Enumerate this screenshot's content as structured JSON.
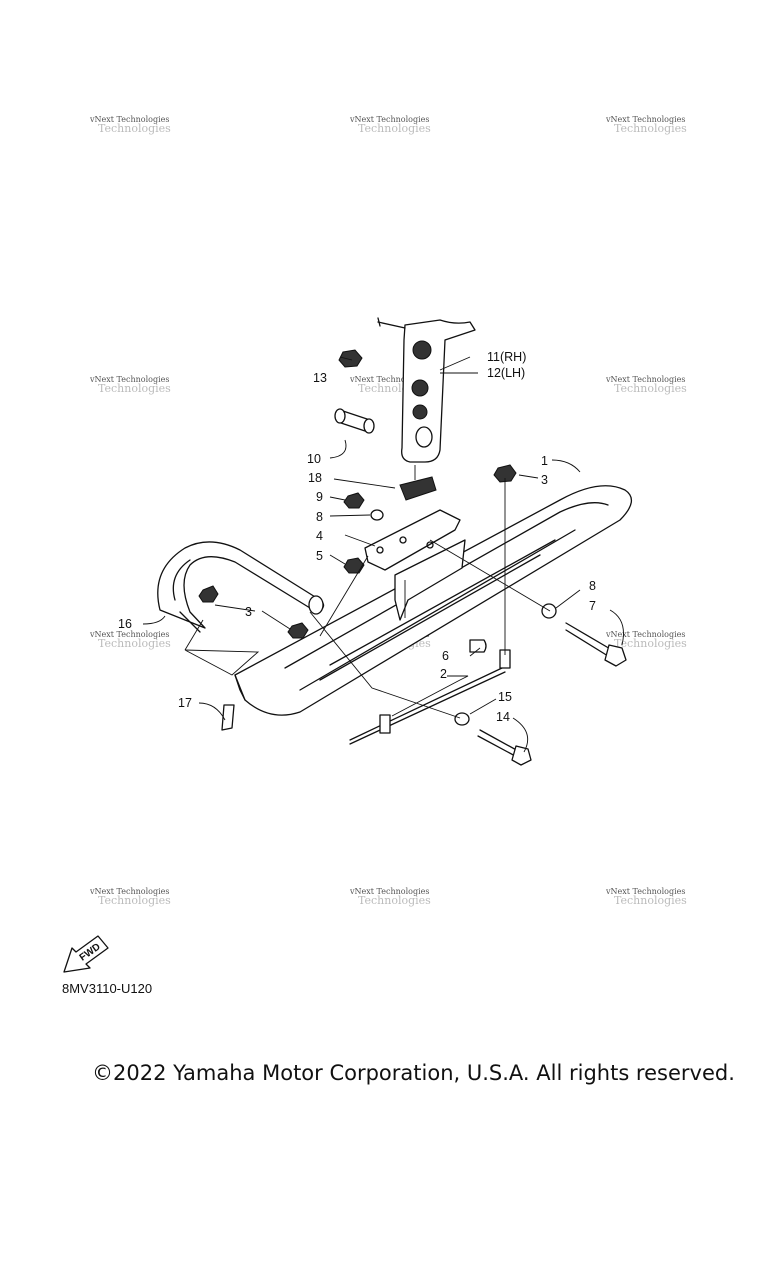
{
  "watermark": {
    "line1": "vNext Technologies",
    "line2": "Technologies"
  },
  "callouts": [
    {
      "id": "1",
      "text": "1"
    },
    {
      "id": "2",
      "text": "2"
    },
    {
      "id": "3a",
      "text": "3"
    },
    {
      "id": "3b",
      "text": "3"
    },
    {
      "id": "4",
      "text": "4"
    },
    {
      "id": "5",
      "text": "5"
    },
    {
      "id": "6",
      "text": "6"
    },
    {
      "id": "7",
      "text": "7"
    },
    {
      "id": "8a",
      "text": "8"
    },
    {
      "id": "8b",
      "text": "8"
    },
    {
      "id": "9",
      "text": "9"
    },
    {
      "id": "10",
      "text": "10"
    },
    {
      "id": "11",
      "text": "11(RH)"
    },
    {
      "id": "12",
      "text": "12(LH)"
    },
    {
      "id": "13",
      "text": "13"
    },
    {
      "id": "14",
      "text": "14"
    },
    {
      "id": "15",
      "text": "15"
    },
    {
      "id": "16",
      "text": "16"
    },
    {
      "id": "17",
      "text": "17"
    },
    {
      "id": "18",
      "text": "18"
    }
  ],
  "fwd_label": "FWD",
  "diagram_code": "8MV3110-U120",
  "copyright": "©2022 Yamaha Motor Corporation, U.S.A. All rights reserved."
}
